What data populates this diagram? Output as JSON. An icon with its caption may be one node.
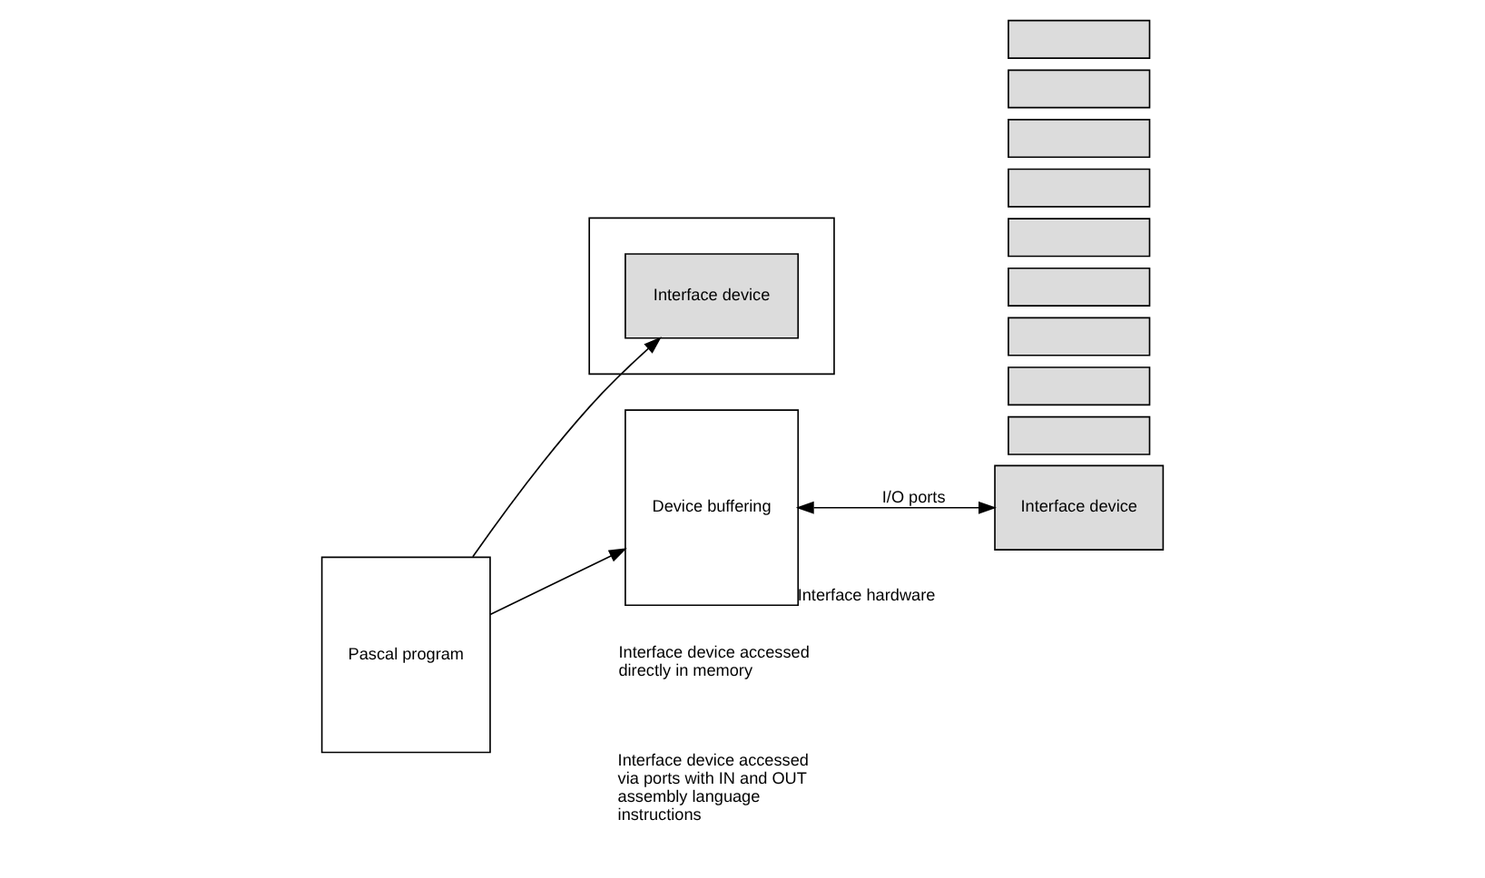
{
  "diagram": {
    "nodes": [
      {
        "text": [
          "Pascal program"
        ]
      },
      {
        "text": [],
        "shape": "box"
      },
      {
        "text": [
          "Interface device"
        ],
        "in": 1
      },
      {
        "text": [
          "Device buffering"
        ],
        "beside": [
          "Interface hardware"
        ]
      },
      {
        "text": [],
        "shape": "box"
      },
      {
        "text": [],
        "shape": "box"
      },
      {
        "text": [],
        "shape": "box"
      },
      {
        "text": [],
        "shape": "box"
      },
      {
        "text": [],
        "shape": "box"
      },
      {
        "text": [],
        "shape": "box"
      },
      {
        "text": [],
        "shape": "box"
      },
      {
        "text": [],
        "shape": "box"
      },
      {
        "text": [],
        "shape": "box"
      },
      {
        "text": [
          "Interface device"
        ]
      }
    ],
    "edges": [
      {
        "from": 0,
        "to": 2,
        "arrow": "to"
      },
      {
        "from": 0,
        "to": 3,
        "arrow": "to"
      },
      {
        "from": 3,
        "to": 13,
        "arrow": "both",
        "label": "I/O ports"
      }
    ],
    "labels": [
      "Interface device accessed directly in memory",
      "Interface device accessed via ports with IN and OUT assembly language instructions"
    ]
  }
}
